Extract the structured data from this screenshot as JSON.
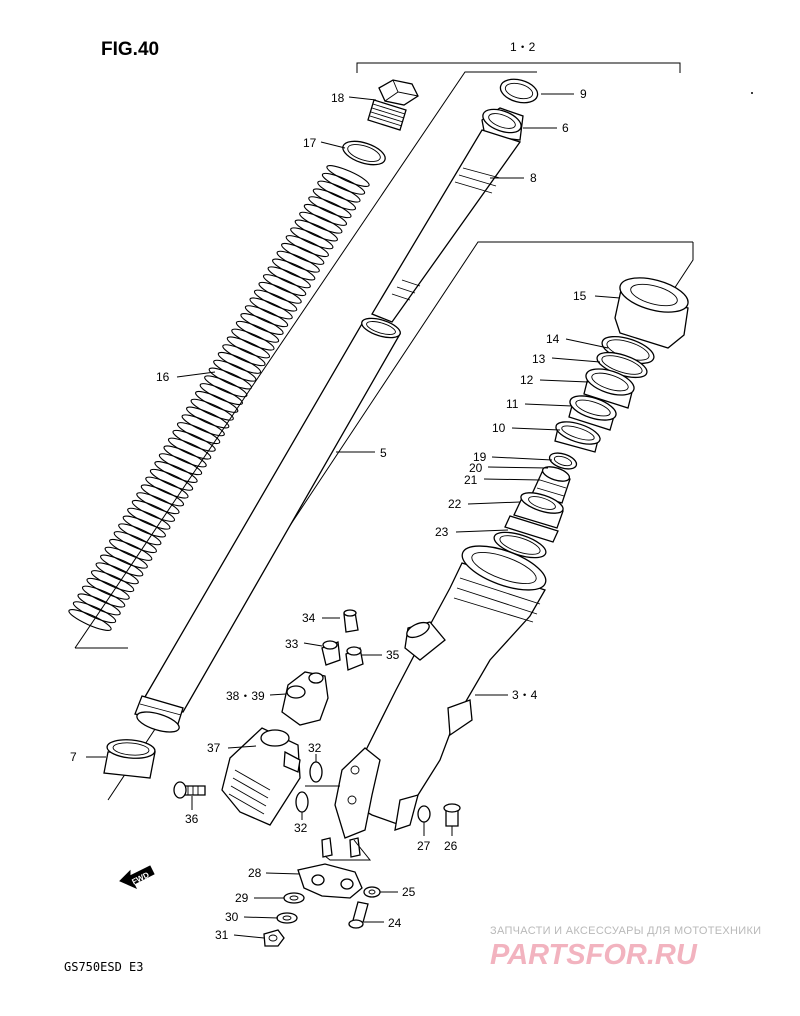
{
  "figure": {
    "title": "FIG.40",
    "model_code": "GS750ESD  E3"
  },
  "callouts": [
    {
      "id": "c-1-2",
      "label": "1・2"
    },
    {
      "id": "c-18",
      "label": "18"
    },
    {
      "id": "c-9",
      "label": "9"
    },
    {
      "id": "c-6",
      "label": "6"
    },
    {
      "id": "c-17",
      "label": "17"
    },
    {
      "id": "c-8",
      "label": "8"
    },
    {
      "id": "c-15",
      "label": "15"
    },
    {
      "id": "c-14",
      "label": "14"
    },
    {
      "id": "c-13",
      "label": "13"
    },
    {
      "id": "c-12",
      "label": "12"
    },
    {
      "id": "c-16",
      "label": "16"
    },
    {
      "id": "c-11",
      "label": "11"
    },
    {
      "id": "c-10",
      "label": "10"
    },
    {
      "id": "c-5",
      "label": "5"
    },
    {
      "id": "c-19",
      "label": "19"
    },
    {
      "id": "c-20",
      "label": "20"
    },
    {
      "id": "c-21",
      "label": "21"
    },
    {
      "id": "c-22",
      "label": "22"
    },
    {
      "id": "c-23",
      "label": "23"
    },
    {
      "id": "c-34",
      "label": "34"
    },
    {
      "id": "c-33",
      "label": "33"
    },
    {
      "id": "c-35",
      "label": "35"
    },
    {
      "id": "c-38-39",
      "label": "38・39"
    },
    {
      "id": "c-3-4",
      "label": "3・4"
    },
    {
      "id": "c-7",
      "label": "7"
    },
    {
      "id": "c-37",
      "label": "37"
    },
    {
      "id": "c-32a",
      "label": "32"
    },
    {
      "id": "c-32b",
      "label": "32"
    },
    {
      "id": "c-36",
      "label": "36"
    },
    {
      "id": "c-27",
      "label": "27"
    },
    {
      "id": "c-26",
      "label": "26"
    },
    {
      "id": "c-28",
      "label": "28"
    },
    {
      "id": "c-25",
      "label": "25"
    },
    {
      "id": "c-29",
      "label": "29"
    },
    {
      "id": "c-30",
      "label": "30"
    },
    {
      "id": "c-24",
      "label": "24"
    },
    {
      "id": "c-31",
      "label": "31"
    }
  ],
  "direction_badge": {
    "label": "FWD"
  },
  "watermark": {
    "tagline": "ЗАПЧАСТИ И АКСЕССУАРЫ ДЛЯ МОТОТЕХНИКИ",
    "logo": "PARTSFOR.RU"
  }
}
